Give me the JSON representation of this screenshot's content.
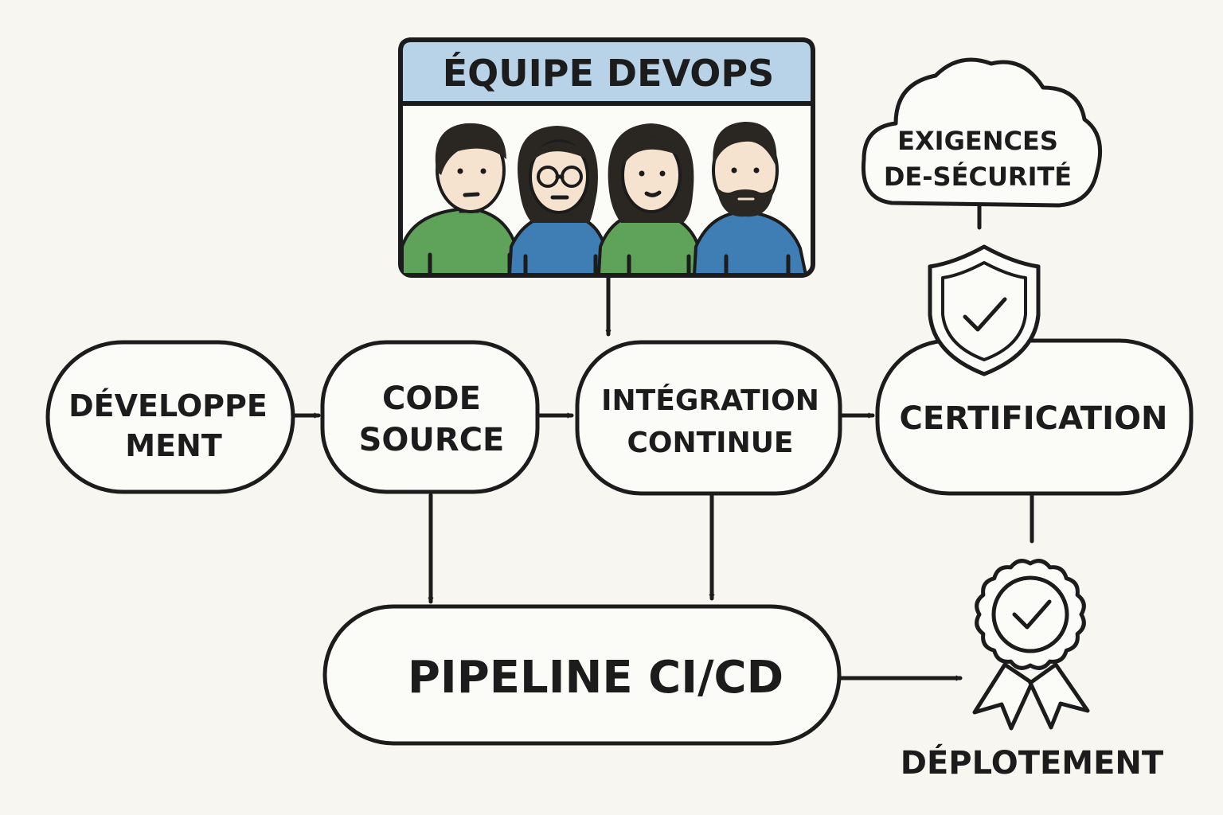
{
  "team": {
    "title": "ÉQUIPE DEVOPS",
    "header_color": "#b8d3e8"
  },
  "cloud": {
    "line1": "EXIGENCES",
    "line2": "DE-SÉCURITÉ"
  },
  "nodes": {
    "development": {
      "line1": "DÉVELOPPE",
      "line2": "MENT"
    },
    "source_code": {
      "line1": "CODE",
      "line2": "SOURCE"
    },
    "integration": {
      "line1": "INTÉGRATION",
      "line2": "CONTINUE"
    },
    "certification": {
      "label": "CERTIFICATION"
    },
    "pipeline": {
      "label": "PIPELINE CI/CD"
    },
    "deployment": {
      "label": "DÉPLOTEMENT"
    }
  },
  "colors": {
    "shirt_green": "#5fa35a",
    "shirt_blue": "#3f7db5",
    "skin": "#f6e3cf",
    "hair": "#2a2622",
    "line": "#1c1c1c",
    "background": "#f7f6f1"
  },
  "icons": [
    "shield-check-icon",
    "award-badge-icon",
    "cloud-icon"
  ]
}
